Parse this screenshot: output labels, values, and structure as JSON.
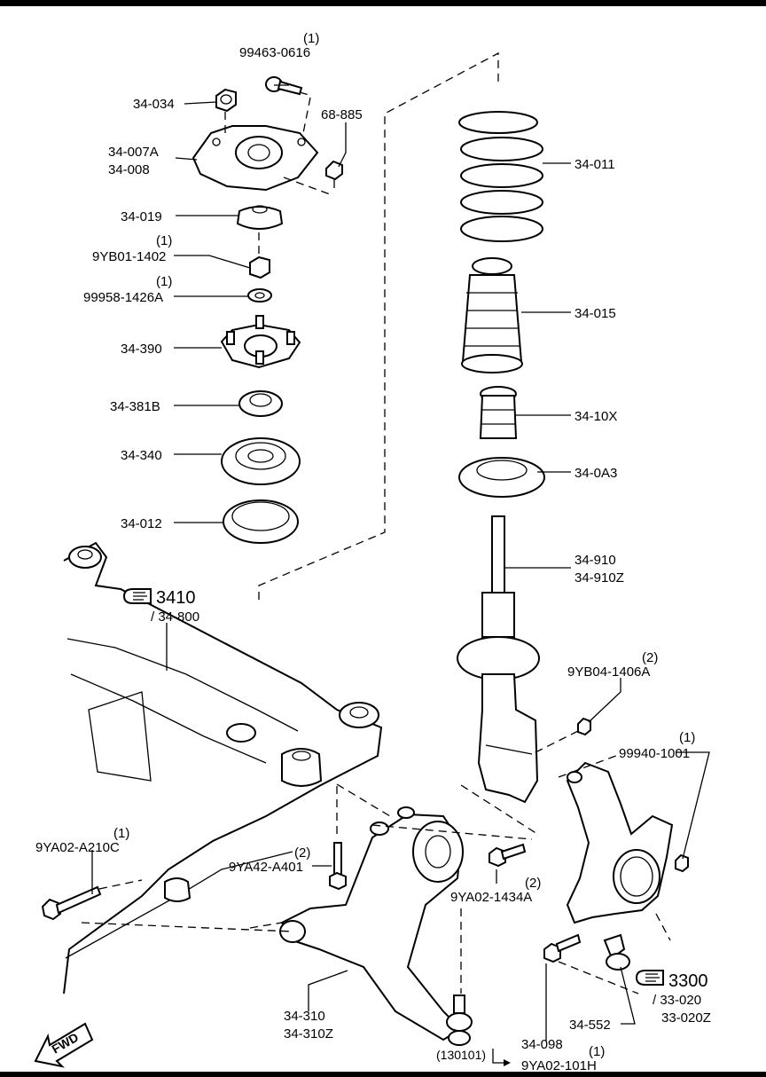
{
  "labels": {
    "p99463_qty": "(1)",
    "p99463": "99463-0616",
    "p34_034": "34-034",
    "p68_885": "68-885",
    "p34_007a": "34-007A",
    "p34_008": "34-008",
    "p34_019": "34-019",
    "p9yb01_qty": "(1)",
    "p9yb01": "9YB01-1402",
    "p99958_qty": "(1)",
    "p99958": "99958-1426A",
    "p34_390": "34-390",
    "p34_381b": "34-381B",
    "p34_340": "34-340",
    "p34_012": "34-012",
    "p34_011": "34-011",
    "p34_015": "34-015",
    "p34_10x": "34-10X",
    "p34_0a3": "34-0A3",
    "p34_910": "34-910",
    "p34_910z": "34-910Z",
    "ref3410": "3410",
    "ref3410_sub": "/ 34-800",
    "p9yb04_qty": "(2)",
    "p9yb04": "9YB04-1406A",
    "p99940_qty": "(1)",
    "p99940": "99940-1001",
    "p9ya02a210_qty": "(1)",
    "p9ya02a210": "9YA02-A210C",
    "p9ya42_qty": "(2)",
    "p9ya42": "9YA42-A401",
    "p9ya021434_qty": "(2)",
    "p9ya021434": "9YA02-1434A",
    "ref3300": "3300",
    "ref3300_sub1": "/ 33-020",
    "ref3300_sub2": "33-020Z",
    "p34_552": "34-552",
    "p34_310": "34-310",
    "p34_310z": "34-310Z",
    "p34_098": "34-098",
    "date_code": "(130101)",
    "p9ya02101h_qty": "(1)",
    "p9ya02101h": "9YA02-101H",
    "fwd": "FWD"
  },
  "icons": {
    "reference_hand": "pointing-hand-icon",
    "forward_arrow": "fwd-arrow-icon"
  }
}
